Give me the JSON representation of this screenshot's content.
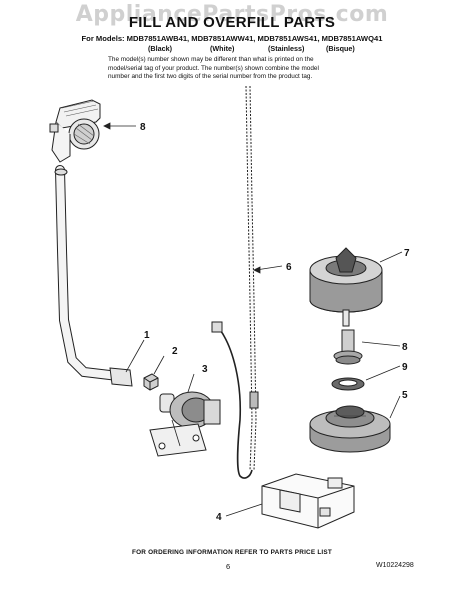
{
  "watermark": "AppliancePartsPros.com",
  "title": "FILL AND OVERFILL PARTS",
  "models_line": "For Models: MDB7851AWB41, MDB7851AWW41, MDB7851AWS41, MDB7851AWQ41",
  "finishes": [
    "(Black)",
    "(White)",
    "(Stainless)",
    "(Bisque)"
  ],
  "notice_lines": [
    "The model(s) number shown may be different than what is printed on the",
    "model/serial tag of your product. The number(s) shown combine the model",
    "number and the first two digits of the serial number from the product tag."
  ],
  "callouts": {
    "c1": "1",
    "c2": "2",
    "c3": "3",
    "c4": "4",
    "c5": "5",
    "c6": "6",
    "c7": "7",
    "c8_top": "8",
    "c8_right": "8",
    "c9": "9"
  },
  "footer_order": "FOR ORDERING INFORMATION REFER TO PARTS PRICE LIST",
  "page_number": "6",
  "document_number": "W10224298"
}
